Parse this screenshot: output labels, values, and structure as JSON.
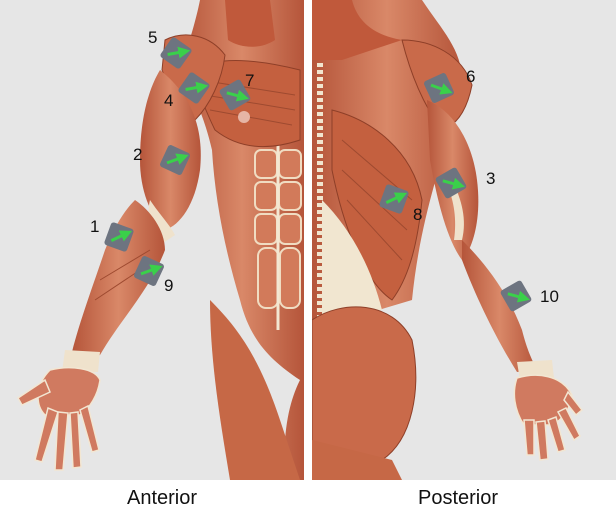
{
  "views": {
    "anterior": "Anterior",
    "posterior": "Posterior"
  },
  "electrodes": [
    {
      "id": "1",
      "view": "anterior"
    },
    {
      "id": "2",
      "view": "anterior"
    },
    {
      "id": "3",
      "view": "posterior"
    },
    {
      "id": "4",
      "view": "anterior"
    },
    {
      "id": "5",
      "view": "anterior"
    },
    {
      "id": "6",
      "view": "posterior"
    },
    {
      "id": "7",
      "view": "anterior"
    },
    {
      "id": "8",
      "view": "posterior"
    },
    {
      "id": "9",
      "view": "anterior"
    },
    {
      "id": "10",
      "view": "posterior"
    }
  ],
  "colors": {
    "muscle": "#c96a4a",
    "muscle_dark": "#8e3f28",
    "tendon": "#f1e6d0",
    "background": "#e6e6e6",
    "electrode": "#6d7480",
    "electrode_arrow": "#3ad04a"
  }
}
